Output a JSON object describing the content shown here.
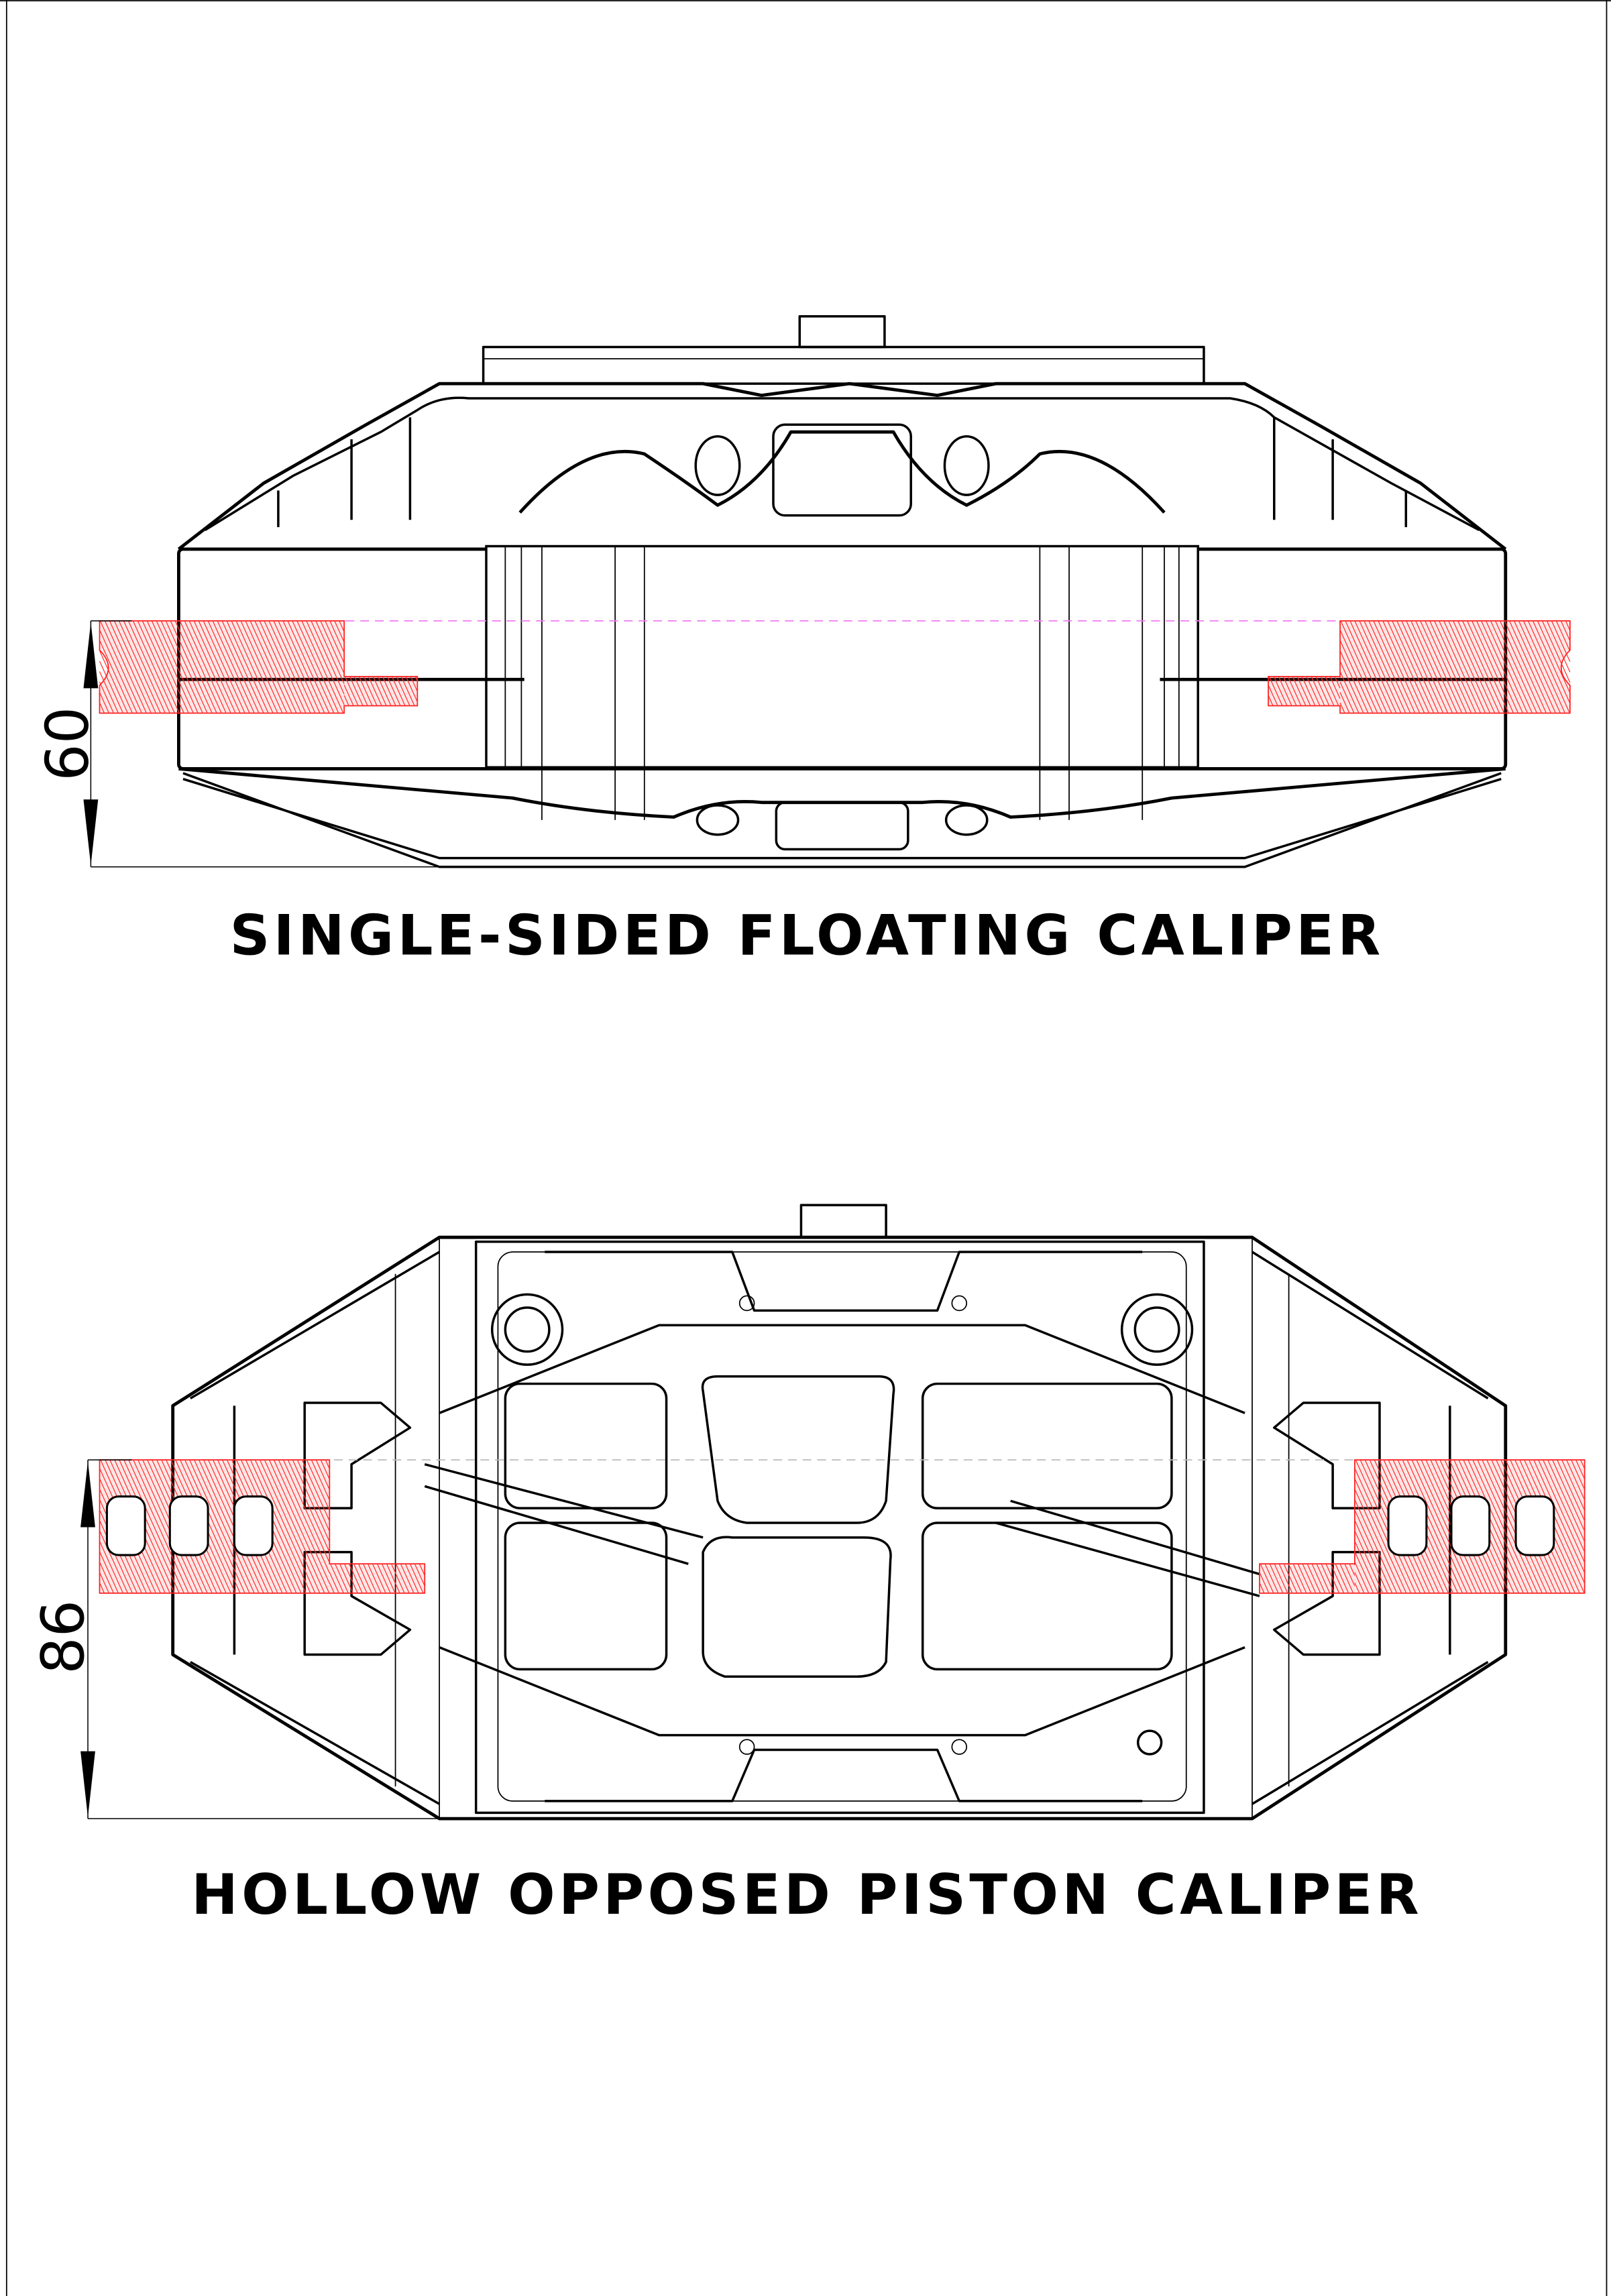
{
  "diagrams": [
    {
      "title": "SINGLE-SIDED FLOATING CALIPER",
      "dimension_label": "60"
    },
    {
      "title": "HOLLOW OPPOSED PISTON CALIPER",
      "dimension_label": "86"
    }
  ],
  "colors": {
    "line": "#000000",
    "pad_hatch": "#ff2a2a",
    "centerline_top": "#f07cf0",
    "centerline_bottom": "#bbbbbb"
  }
}
